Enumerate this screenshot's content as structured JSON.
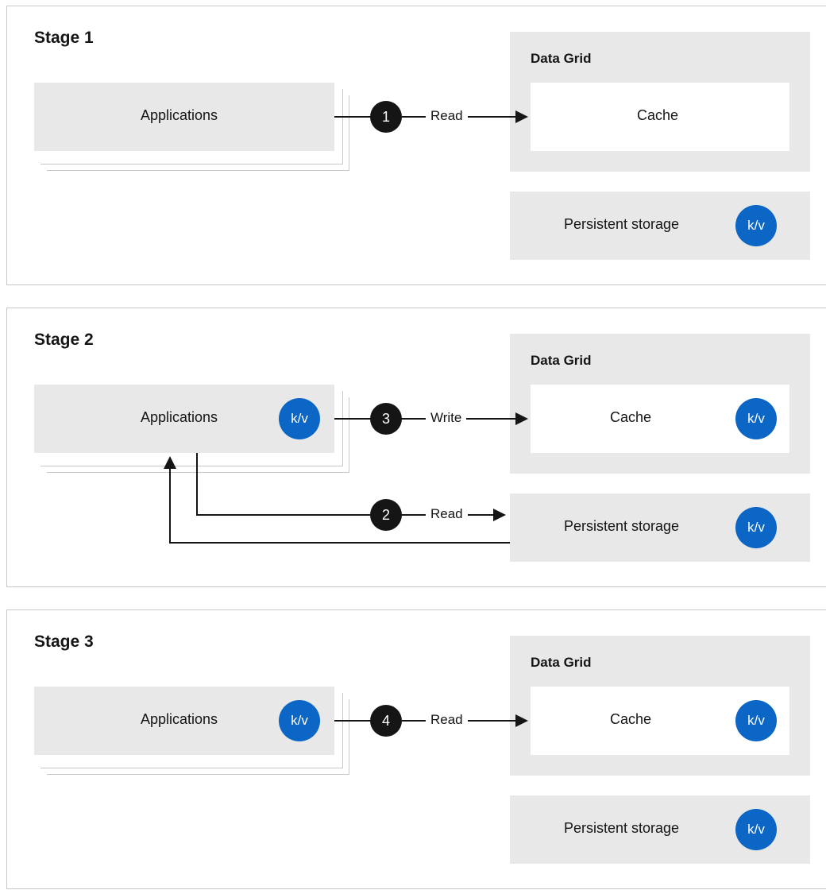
{
  "stages": [
    {
      "title": "Stage 1",
      "applications": {
        "label": "Applications",
        "badge": ""
      },
      "data_grid": {
        "title": "Data Grid",
        "cache_label": "Cache",
        "cache_badge": ""
      },
      "storage": {
        "label": "Persistent storage",
        "badge": "k/v"
      },
      "steps": [
        {
          "number": "1",
          "label": "Read"
        }
      ]
    },
    {
      "title": "Stage 2",
      "applications": {
        "label": "Applications",
        "badge": "k/v"
      },
      "data_grid": {
        "title": "Data Grid",
        "cache_label": "Cache",
        "cache_badge": "k/v"
      },
      "storage": {
        "label": "Persistent storage",
        "badge": "k/v"
      },
      "steps": [
        {
          "number": "3",
          "label": "Write"
        },
        {
          "number": "2",
          "label": "Read"
        }
      ]
    },
    {
      "title": "Stage 3",
      "applications": {
        "label": "Applications",
        "badge": "k/v"
      },
      "data_grid": {
        "title": "Data Grid",
        "cache_label": "Cache",
        "cache_badge": "k/v"
      },
      "storage": {
        "label": "Persistent storage",
        "badge": "k/v"
      },
      "steps": [
        {
          "number": "4",
          "label": "Read"
        }
      ]
    }
  ],
  "colors": {
    "badge": "#0b66c6",
    "step": "#151515",
    "panel": "#e8e8e8",
    "border": "#c7c7c7"
  }
}
